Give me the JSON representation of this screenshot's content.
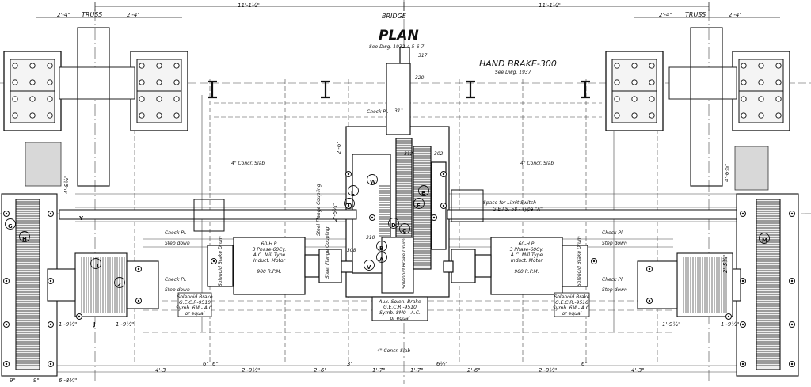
{
  "title": "PLAN",
  "title_ref": "See Dwg. 1932-4-5-6-7",
  "hand_brake": {
    "title": "HAND BRAKE-300",
    "ref": "See Dwg. 1937"
  },
  "top_dims": {
    "left": "11'-1½\"",
    "right": "11'-1½\""
  },
  "center_label": "BRIDGE",
  "truss_left": {
    "label": "TRUSS",
    "dim_left": "2'-4\"",
    "dim_right": "2'-4\""
  },
  "truss_right": {
    "label": "TRUSS",
    "dim_left": "2'-4\"",
    "dim_right": "2'-4\""
  },
  "slab_labels": [
    "4\" Concr. Slab",
    "4\" Concr. Slab",
    "4\" Concr. Slab"
  ],
  "check_plates": [
    "Check Pl.",
    "Check Pl.",
    "Check Pl.",
    "Check Pl.",
    "Check Pl."
  ],
  "step_downs": [
    "Step down",
    "Step down",
    "Step down",
    "Step down"
  ],
  "limit_switch": {
    "line1": "Space for Limit Switch",
    "line2": "G.E.I.S. 58 - Type \"A\""
  },
  "motor_left": {
    "lines": [
      "60-H.P.",
      "3 Phase-60Cy.",
      "A.C. Mill Type",
      "Induct. Motor",
      "900 R.P.M."
    ]
  },
  "motor_right": {
    "lines": [
      "60-H.P.",
      "3 Phase-60Cy.",
      "A.C. Mill Type",
      "Induct. Motor",
      "900 R.P.M."
    ]
  },
  "brake_left": {
    "lines": [
      "Solenoid Brake",
      "G.E.C.R-9510",
      "Symb. 6M - A.C.",
      "or equal"
    ]
  },
  "brake_right": {
    "lines": [
      "Solenoid Brake",
      "G.E.C.R.-9510",
      "Symb. 6M - A.C.",
      "or equal"
    ]
  },
  "aux_brake": {
    "lines": [
      "Aux. Solen. Brake",
      "G.E.C.R.-9510",
      "Symb. 8M0 - A.C.",
      "or equal"
    ]
  },
  "vertical_notes": [
    "Solenoid Brake Drum",
    "Solenoid Brake Drum",
    "Solenoid Brake Drum",
    "Steel Flange Coupling",
    "Steel Flange Coupling"
  ],
  "gear_letters": [
    "W",
    "L",
    "E",
    "D",
    "C",
    "B",
    "A",
    "V",
    "T",
    "H",
    "G",
    "J",
    "I",
    "Y",
    "Z",
    "F",
    "M"
  ],
  "bottom_dims": [
    "4'-3",
    "6\"",
    "6\"",
    "2'-9½\"",
    "2'-6\"",
    "3'",
    "1'-7\"",
    "1'-7\"",
    "6½\"",
    "2'-6\"",
    "2'-9½\"",
    "6\"",
    "4'-3\"",
    "6'-8¾\"",
    "9\"",
    "9\""
  ],
  "side_dims": [
    "1'-9½\"",
    "1'-9½\"",
    "1'-9½\"",
    "1'-9½\"",
    "2'-5¾\"",
    "2'-5¾\"",
    "4'-9½\"",
    "4'-6⅝\"",
    "2'-6\""
  ],
  "small_notes": [
    "Check Pl.",
    "317",
    "310",
    "311",
    "312",
    "320",
    "302",
    "308"
  ]
}
